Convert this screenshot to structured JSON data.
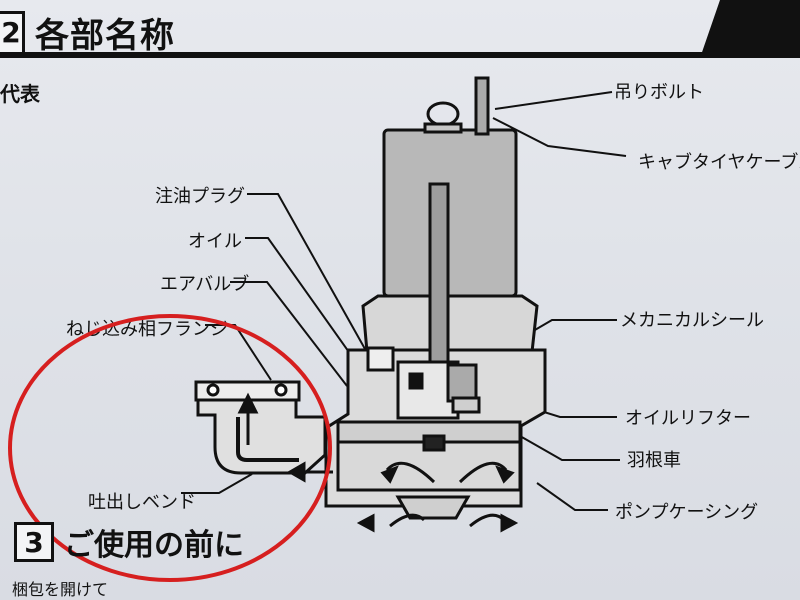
{
  "header": {
    "section_number": "2",
    "section_title": "各部名称",
    "subhead": "代表"
  },
  "labels": {
    "hanger_bolt": "吊りボルト",
    "cabtire_cable": "キャブタイヤケーブル",
    "oil_plug": "注油プラグ",
    "oil": "オイル",
    "air_valve": "エアバルブ",
    "threaded_flange": "ねじ込み相フランジ",
    "mechanical_seal": "メカニカルシール",
    "oil_lifter": "オイルリフター",
    "impeller": "羽根車",
    "pump_casing": "ポンプケーシング",
    "discharge_bend": "吐出しベンド"
  },
  "footer": {
    "section_number": "3",
    "section_title": "ご使用の前に",
    "text": "梱包を開けて"
  },
  "colors": {
    "annotation_circle": "#d61f1f",
    "ink": "#111111",
    "motor_fill": "#b8b8b8",
    "body_fill": "#d7d7d7"
  }
}
